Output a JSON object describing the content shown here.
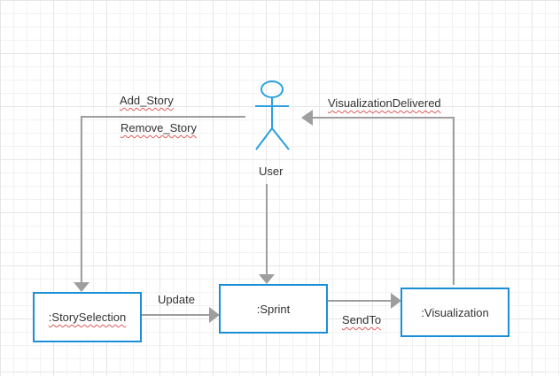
{
  "actor": {
    "label": "User"
  },
  "nodes": {
    "story_selection": ":StorySelection",
    "sprint": ":Sprint",
    "visualization": ":Visualization"
  },
  "edges": {
    "add_story": "Add_Story",
    "remove_story": "Remove_Story",
    "update": "Update",
    "send_to": "SendTo",
    "visualization_delivered": "VisualizationDelivered"
  },
  "colors": {
    "node_border": "#1a8fd6",
    "actor": "#2aa0df",
    "connector": "#9e9e9e",
    "spellcheck_underline": "#e05a5a"
  }
}
